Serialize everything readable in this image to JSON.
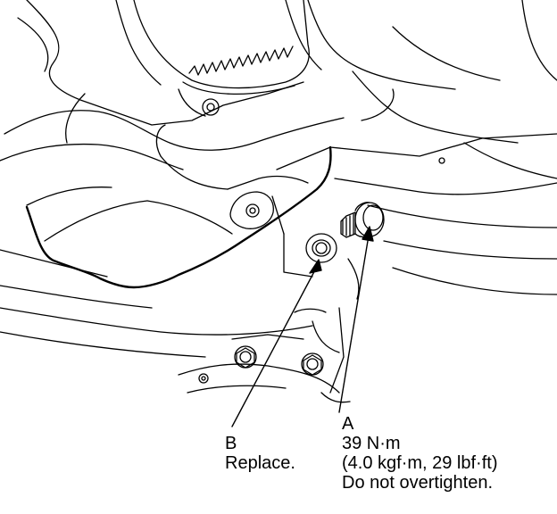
{
  "callouts": {
    "b": {
      "letter": "B",
      "note": "Replace."
    },
    "a": {
      "letter": "A",
      "torque_nm": "39 N·m",
      "torque_alt": "(4.0 kgf·m, 29 lbf·ft)",
      "warning": "Do not overtighten."
    }
  },
  "colors": {
    "line": "#000000",
    "background": "#ffffff"
  }
}
